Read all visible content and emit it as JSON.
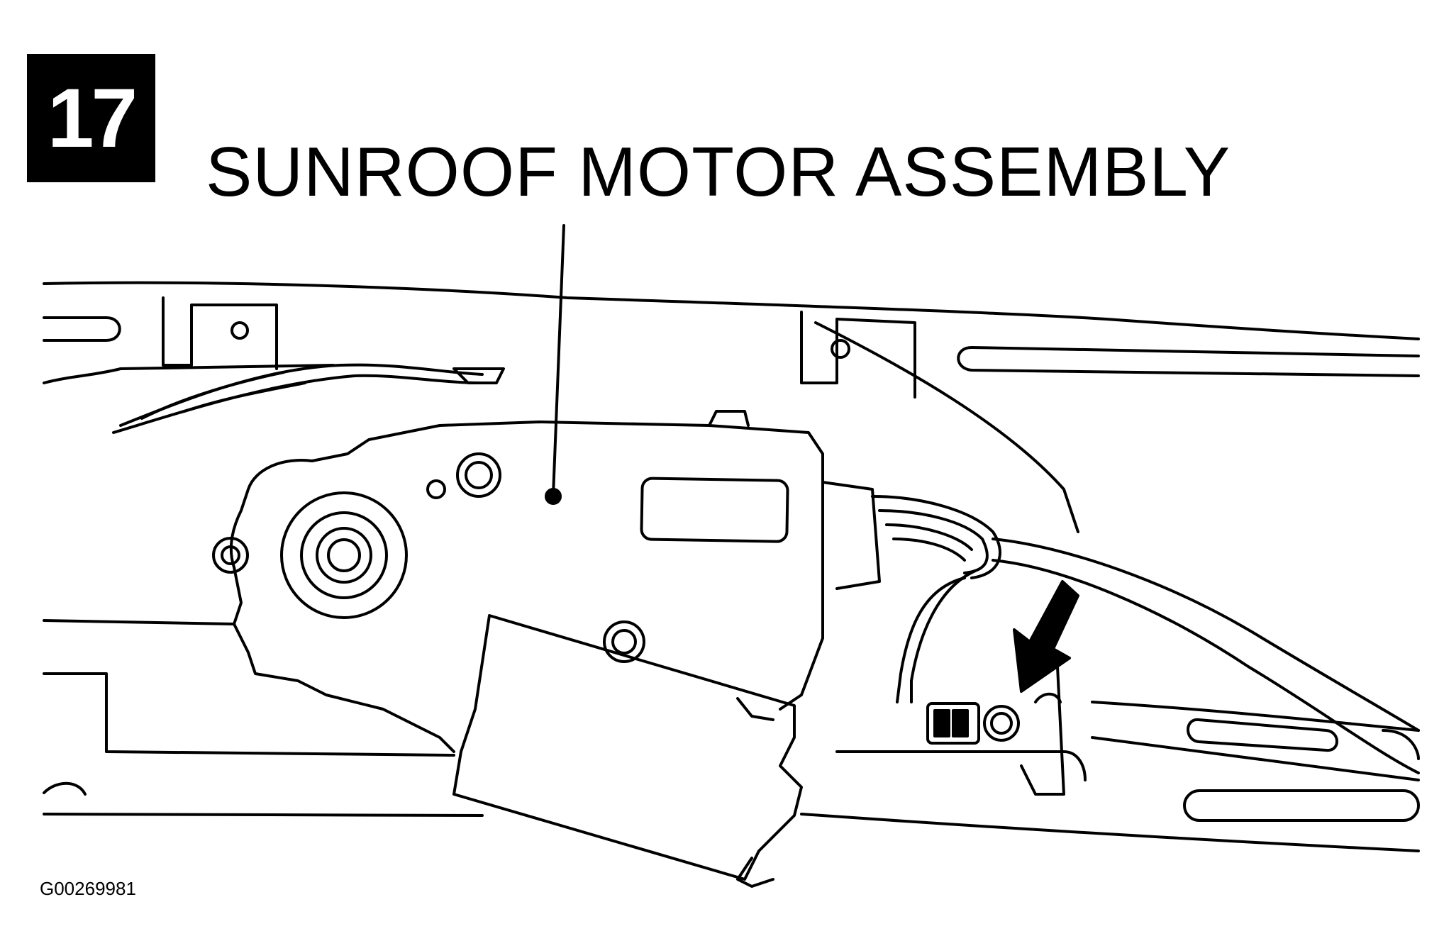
{
  "step": {
    "number": "17"
  },
  "callout": {
    "label": "SUNROOF MOTOR ASSEMBLY"
  },
  "figure": {
    "id": "G00269981"
  },
  "icons": {
    "direction_arrow": "down-left-arrow-icon"
  },
  "colors": {
    "line": "#000000",
    "background": "#ffffff",
    "badge_fill": "#000000",
    "badge_text": "#ffffff"
  }
}
